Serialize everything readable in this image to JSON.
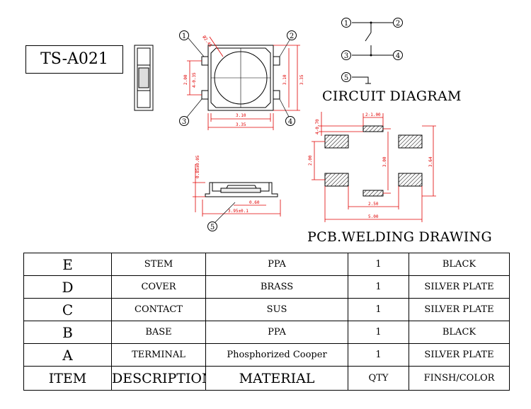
{
  "part_number": "TS-A021",
  "circuit_title": "CIRCUIT DIAGRAM",
  "pcb_title": "PCB.WELDING DRAWING",
  "pins": {
    "p1": "1",
    "p2": "2",
    "p3": "3",
    "p4": "4",
    "p5": "5"
  },
  "dims": {
    "dia": "Ø2.45",
    "h200": "2.00",
    "h4x035": "4-0.35",
    "h310": "3.10",
    "h335": "3.35",
    "w310": "3.10",
    "w335": "3.35",
    "side_h": "0.85±0.05",
    "side_w060": "0.60",
    "side_w395": "3.95±0.1",
    "pcb_4x070": "4-0.70",
    "pcb_2x100": "2-1.00",
    "pcb_200": "2.00",
    "pcb_300": "3.00",
    "pcb_364": "3.64",
    "pcb_250": "2.50",
    "pcb_500": "5.00"
  },
  "colors": {
    "dimension": "#e00000",
    "outline": "#000000"
  },
  "bom": {
    "rows": [
      {
        "item": "E",
        "description": "STEM",
        "material": "PPA",
        "qty": "1",
        "finish": "BLACK"
      },
      {
        "item": "D",
        "description": "COVER",
        "material": "BRASS",
        "qty": "1",
        "finish": "SILVER PLATE"
      },
      {
        "item": "C",
        "description": "CONTACT",
        "material": "SUS",
        "qty": "1",
        "finish": "SILVER PLATE"
      },
      {
        "item": "B",
        "description": "BASE",
        "material": "PPA",
        "qty": "1",
        "finish": "BLACK"
      },
      {
        "item": "A",
        "description": "TERMINAL",
        "material": "Phosphorized Cooper",
        "qty": "1",
        "finish": "SILVER PLATE"
      }
    ],
    "header": {
      "item": "ITEM",
      "description": "DESCRIPTION",
      "material": "MATERIAL",
      "qty": "QTY",
      "finish": "FINSH/COLOR"
    }
  }
}
